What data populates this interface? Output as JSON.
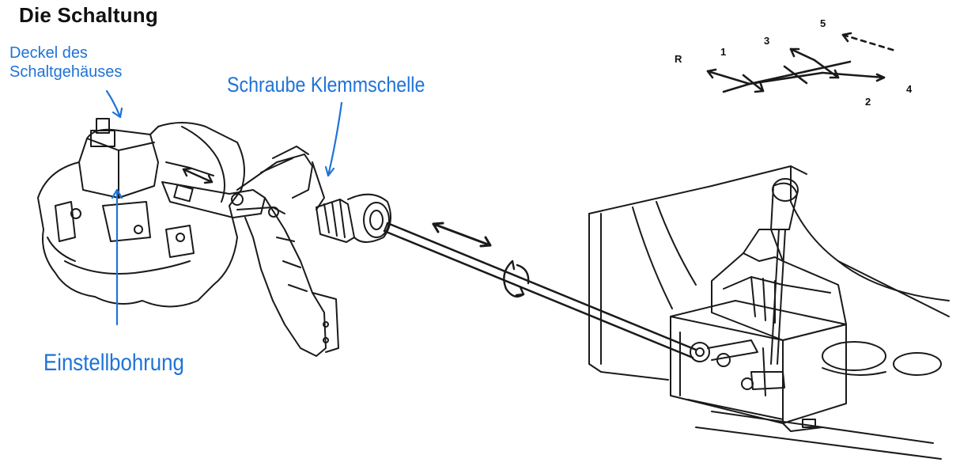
{
  "title": "Die Schaltung",
  "labels": {
    "cover_line1": "Deckel des",
    "cover_line2": "Schaltgehäuses",
    "clamp_screw": "Schraube Klemmschelle",
    "adjust_hole": "Einstellbohrung"
  },
  "shift_pattern": {
    "gears": [
      "R",
      "1",
      "3",
      "5",
      "2",
      "4"
    ]
  },
  "colors": {
    "label": "#1e73d8",
    "line_art": "#1a1a1a",
    "background": "#ffffff"
  }
}
